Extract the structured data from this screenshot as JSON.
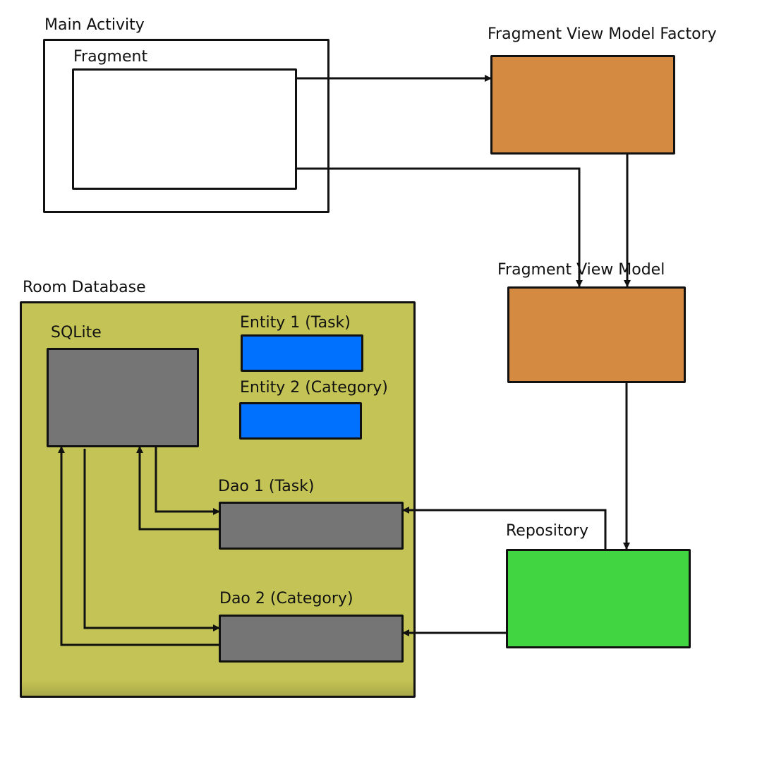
{
  "labels": {
    "main_activity": "Main Activity",
    "fragment": "Fragment",
    "fragment_view_model_factory": "Fragment View Model Factory",
    "fragment_view_model": "Fragment View Model",
    "room_database": "Room Database",
    "sqlite": "SQLite",
    "entity_1": "Entity 1 (Task)",
    "entity_2": "Entity 2 (Category)",
    "dao_1": "Dao 1 (Task)",
    "dao_2": "Dao 2 (Category)",
    "repository": "Repository"
  },
  "colors": {
    "factory_fill": "#d48b41",
    "view_model_fill": "#d48b41",
    "room_database_fill": "#c4c456",
    "sqlite_fill": "#757575",
    "entity_fill": "#0070ff",
    "dao_fill": "#757575",
    "repository_fill": "#41d641",
    "stroke": "#111111"
  },
  "connections": [
    {
      "from": "fragment",
      "to": "fragment_view_model_factory"
    },
    {
      "from": "fragment",
      "to": "fragment_view_model"
    },
    {
      "from": "fragment_view_model_factory",
      "to": "fragment_view_model"
    },
    {
      "from": "fragment_view_model",
      "to": "repository"
    },
    {
      "from": "repository",
      "to": "dao_1"
    },
    {
      "from": "repository",
      "to": "dao_2"
    },
    {
      "from": "sqlite",
      "to": "dao_1"
    },
    {
      "from": "dao_1",
      "to": "sqlite"
    },
    {
      "from": "sqlite",
      "to": "dao_2"
    },
    {
      "from": "dao_2",
      "to": "sqlite"
    }
  ]
}
